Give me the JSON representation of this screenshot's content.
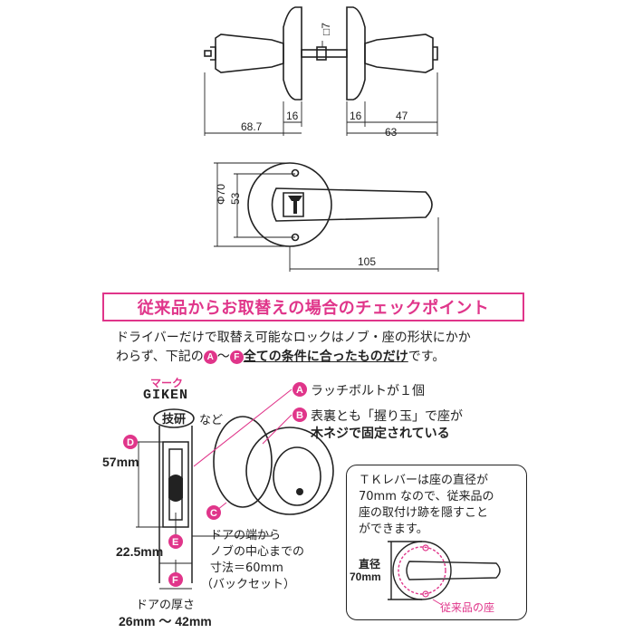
{
  "top_drawing": {
    "dims": {
      "d_68_7": "68.7",
      "d_16_left": "16",
      "d_16_right": "16",
      "d_47": "47",
      "d_63": "63",
      "d_square7": "□7"
    }
  },
  "plate_drawing": {
    "dims": {
      "d_phi70": "Φ70",
      "d_53": "53",
      "d_105": "105"
    }
  },
  "checkpoint": {
    "title": "従来品からお取替えの場合のチェックポイント",
    "intro_line1": "ドライバーだけで取替え可能なロックはノブ・座の形状にかか",
    "intro_line2_a": "わらず、下記の",
    "badge_from": "A",
    "tilde": "～",
    "badge_to": "F",
    "intro_line2_u": "全ての条件に合ったものだけ",
    "intro_line2_end": "です。"
  },
  "mark": {
    "label": "マーク",
    "giken": "GIKEN",
    "giken_jp": "技研",
    "nado": "など"
  },
  "conditions": {
    "A": {
      "badge": "A",
      "text": "ラッチボルトが１個"
    },
    "B": {
      "badge": "B",
      "text1": "表裏とも「握り玉」で座が",
      "text2": "木ネジで固定されている"
    },
    "C": {
      "badge": "C",
      "text1": "ドアの端から",
      "text2": "ノブの中心までの",
      "text3": "寸法＝60mm",
      "text4": "（バックセット）"
    },
    "D": {
      "badge": "D",
      "value": "57mm"
    },
    "E": {
      "badge": "E",
      "value": "22.5mm"
    },
    "F": {
      "badge": "F",
      "text1": "ドアの厚さ",
      "text2": "26mm ～ 42mm"
    }
  },
  "tk_note": {
    "line1": "ＴＫレバーは座の直径が",
    "line2": "70mm なので、従来品の",
    "line3": "座の取付け跡を隠すこと",
    "line4": "ができます。",
    "diameter_label": "直径",
    "diameter_value": "70mm",
    "old_seat": "従来品の座"
  },
  "colors": {
    "accent": "#e0358a",
    "line": "#222222"
  }
}
